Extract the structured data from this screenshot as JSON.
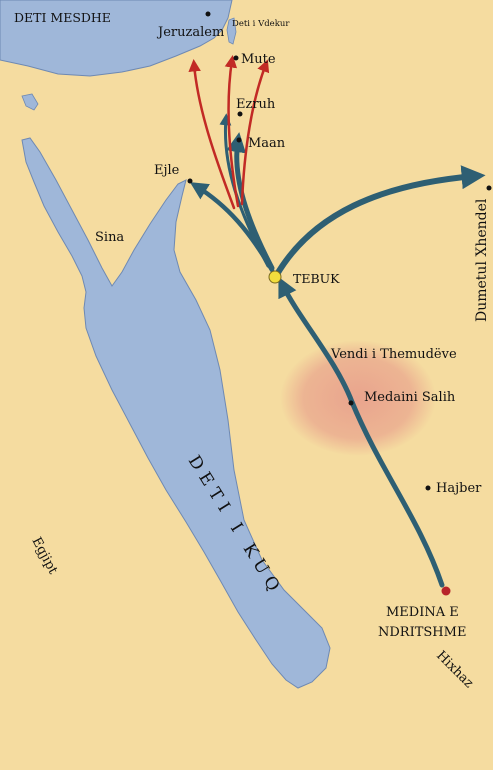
{
  "colors": {
    "land": "#f5dca0",
    "water": "#9fb7d9",
    "water_edge": "#6e89b3",
    "route_dark": "#2e5f73",
    "route_red": "#c22a25",
    "thamud_region": "#e79a8a",
    "tebuk_marker": "#f2de3d",
    "medina_marker": "#b8242a"
  },
  "seas": {
    "mediterranean": "DETI MESDHE",
    "dead_sea": "Deti i Vdekur",
    "red_sea": "DETI I KUQ"
  },
  "regions": {
    "sinai": "Sina",
    "egypt": "Egjipt",
    "hijaz": "Hixhaz",
    "thamud_valley": "Vendi i Themudëve"
  },
  "places": {
    "jerusalem": "Jeruzalem",
    "mute": "Mute",
    "ezruh": "Ezruh",
    "maan": "Maan",
    "ejle": "Ejle",
    "tebuk": "TEBUK",
    "dumetul": "Dumetul Xhendel",
    "medaini_salih": "Medaini Salih",
    "hajber": "Hajber",
    "medina_line1": "MEDINA E",
    "medina_line2": "NDRITSHME"
  }
}
